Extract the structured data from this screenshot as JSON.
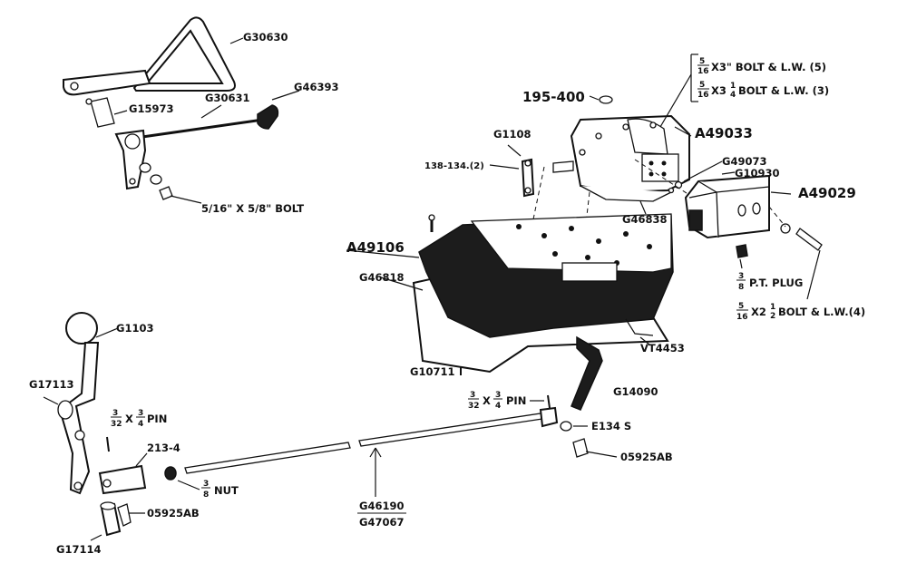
{
  "labels": {
    "g30630": "G30630",
    "g30631": "G30631",
    "g46393": "G46393",
    "g15973": "G15973",
    "bolt_5_16_5_8": "5/16\" X 5/8\" BOLT",
    "bolt_5_16_3_l1": "X3\" BOLT & L.W. (5)",
    "bolt_5_16_3_l2": "X3",
    "bolt_5_16_3_l2b": "BOLT & L.W. (3)",
    "n195_400": "195-400",
    "a49033": "A49033",
    "g1108": "G1108",
    "n138_134": "138-134.(2)",
    "g49073": "G49073",
    "g10930": "G10930",
    "a49029": "A49029",
    "g46838": "G46838",
    "a49106": "A49106",
    "g46818": "G46818",
    "pt_plug": "P.T. PLUG",
    "bolt_lw4": "X2",
    "bolt_lw4b": "BOLT & L.W.(4)",
    "vt4453": "VT4453",
    "g1103": "G1103",
    "g17113": "G17113",
    "pin_left": "PIN",
    "g10711": "G10711",
    "g14090": "G14090",
    "pin_right": "PIN",
    "e134s": "E134 S",
    "n213_4": "213-4",
    "n05925ab_r": "05925AB",
    "nut": "NUT",
    "n05925ab_l": "05925AB",
    "g46190": "G46190",
    "g47067": "G47067",
    "g17114": "G17114"
  },
  "fractions": {
    "five_sixteenths_num": "5",
    "five_sixteenths_den": "16",
    "three_num": "3",
    "three_den": "32",
    "three_quarter_num": "3",
    "three_quarter_den": "4",
    "three_eighth_num": "3",
    "three_eighth_den": "8",
    "one_quarter_num": "1",
    "one_quarter_den": "4",
    "one_half_num": "1",
    "one_half_den": "2",
    "x_sep": "X",
    "x2_sep": "X"
  }
}
